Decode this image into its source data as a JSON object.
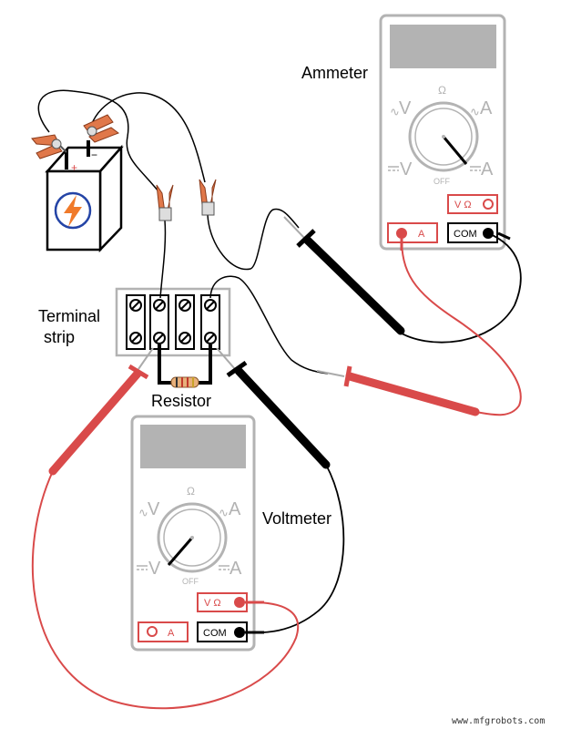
{
  "labels": {
    "ammeter": "Ammeter",
    "terminal_line1": "Terminal",
    "terminal_line2": "strip",
    "resistor": "Resistor",
    "voltmeter": "Voltmeter"
  },
  "battery": {
    "plus": "+",
    "minus": "−"
  },
  "ammeter": {
    "ohm": "Ω",
    "ac_v": "V",
    "ac_a": "A",
    "dc_v": "V",
    "dc_a": "A",
    "off": "OFF",
    "jack_vohm": "V Ω",
    "jack_a": "A",
    "jack_com": "COM"
  },
  "voltmeter": {
    "ohm": "Ω",
    "ac_v": "V",
    "ac_a": "A",
    "dc_v": "V",
    "dc_a": "A",
    "off": "OFF",
    "jack_vohm": "V Ω",
    "jack_a": "A",
    "jack_com": "COM"
  },
  "watermark": "www.mfgrobots.com",
  "colors": {
    "red_lead": "#d94a4a",
    "black_lead": "#000000",
    "meter_body": "#b3b3b3",
    "display": "#b3b3b3",
    "clip_orange": "#e0784a",
    "bolt_orange": "#f07a2a",
    "badge_blue": "#2444a6"
  }
}
